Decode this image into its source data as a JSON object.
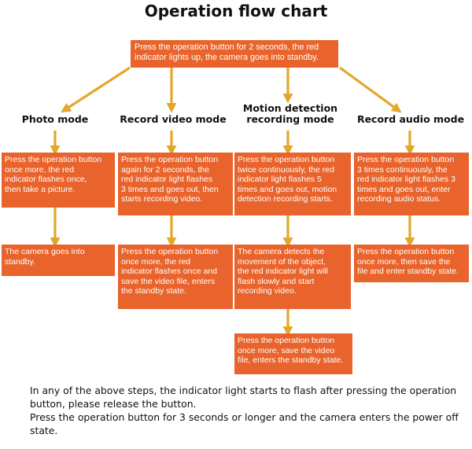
{
  "title": "Operation flow chart",
  "start_box": "Press the operation button for 2 seconds, the red\nindicator lights up, the camera goes into standby.",
  "modes": [
    {
      "label": "Photo mode",
      "steps": [
        "Press the operation button\nonce more, the red\nindicator flashes once,\nthen take a picture.",
        "The camera goes into\nstandby."
      ]
    },
    {
      "label": "Record video mode",
      "steps": [
        "Press the operation button\nagain for 2 seconds, the\nred indicator light flashes\n3 times and goes out, then\nstarts recording video.",
        "Press the operation button\nonce more, the red\nindicator flashes once and\nsave the video file, enters\nthe standby state."
      ]
    },
    {
      "label": "Motion detection\nrecording mode",
      "steps": [
        "Press the operation button\ntwice continuously, the red\nindicator light flashes 5\ntimes and goes out, motion\ndetection recording starts.",
        "The camera detects the\nmovement of the object,\nthe red indicator light will\nflash slowly and start\nrecording video.",
        "Press the operation button\nonce more, save the video\nfile, enters the standby state."
      ]
    },
    {
      "label": "Record audio mode",
      "steps": [
        "Press the operation button\n3 times continuously, the\nred indicator light flashes 3\ntimes and goes out, enter\nrecording audio status.",
        "Press the operation button\nonce more, then save the\nfile and enter standby state."
      ]
    }
  ],
  "notes": [
    "In any of the above steps, the indicator light starts to flash after pressing the operation button, please release the button.",
    "Press the operation button for 3 seconds or longer and the camera enters the power off state."
  ],
  "colors": {
    "box": "#e8642c",
    "arrow": "#e3a72a"
  }
}
